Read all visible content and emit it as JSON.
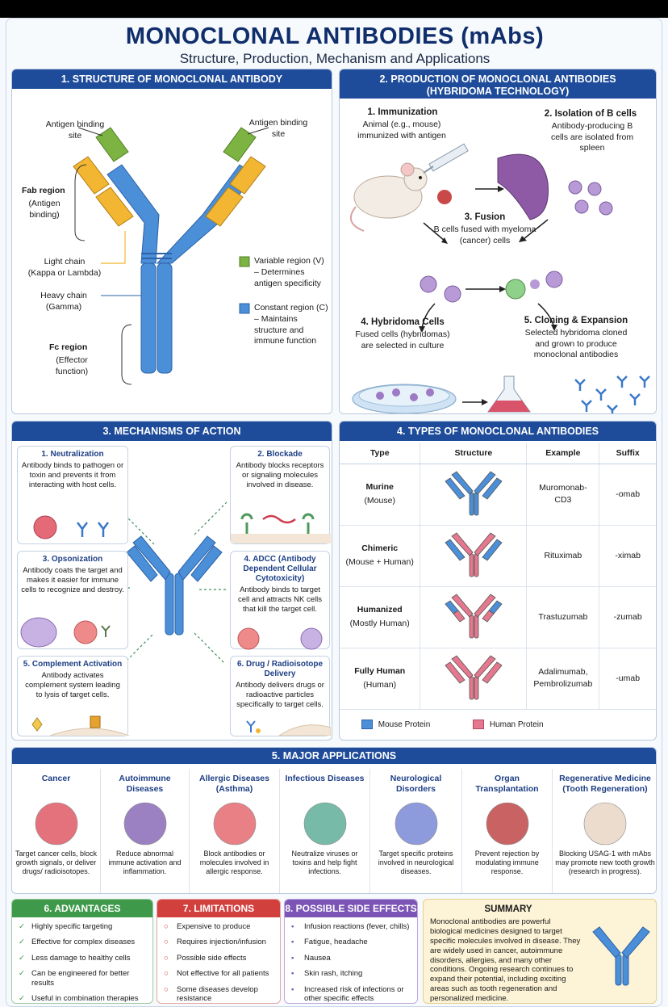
{
  "header": {
    "title": "MONOCLONAL ANTIBODIES (mAbs)",
    "subtitle": "Structure, Production, Mechanism and Applications"
  },
  "structure": {
    "heading": "1. STRUCTURE OF MONOCLONAL ANTIBODY",
    "antigen_left": "Antigen binding site",
    "antigen_right": "Antigen binding site",
    "fab_title": "Fab region",
    "fab_sub": "(Antigen binding)",
    "light_chain": "Light chain",
    "light_chain_sub": "(Kappa or Lambda)",
    "heavy_chain": "Heavy chain",
    "heavy_chain_sub": "(Gamma)",
    "fc_title": "Fc region",
    "fc_sub": "(Effector function)",
    "variable_title": "Variable region (V)",
    "variable_desc": "– Determines antigen specificity",
    "constant_title": "Constant region (C)",
    "constant_desc": "– Maintains structure and immune function",
    "colors": {
      "variable": "#7cb342",
      "constant": "#4a8fd8",
      "light": "#f2b632"
    }
  },
  "production": {
    "heading": "2. PRODUCTION OF MONOCLONAL ANTIBODIES (HYBRIDOMA TECHNOLOGY)",
    "steps": [
      {
        "title": "1. Immunization",
        "desc": "Animal (e.g., mouse) immunized with antigen"
      },
      {
        "title": "2. Isolation of B cells",
        "desc": "Antibody-producing B cells are isolated from spleen"
      },
      {
        "title": "3. Fusion",
        "desc": "B cells fused with myeloma (cancer) cells"
      },
      {
        "title": "4. Hybridoma Cells",
        "desc": "Fused cells (hybridomas) are selected in culture"
      },
      {
        "title": "5. Cloning & Expansion",
        "desc": "Selected hybridoma cloned and grown to produce monoclonal antibodies"
      }
    ]
  },
  "mechanisms": {
    "heading": "3. MECHANISMS OF ACTION",
    "items": [
      {
        "title": "1. Neutralization",
        "desc": "Antibody binds to pathogen or toxin and prevents it from interacting with host cells."
      },
      {
        "title": "2. Blockade",
        "desc": "Antibody blocks receptors or signaling molecules involved in disease."
      },
      {
        "title": "3. Opsonization",
        "desc": "Antibody coats the target and makes it easier for immune cells to recognize and destroy."
      },
      {
        "title": "4. ADCC (Antibody Dependent Cellular Cytotoxicity)",
        "desc": "Antibody binds to target cell and attracts NK cells that kill the target cell."
      },
      {
        "title": "5. Complement Activation",
        "desc": "Antibody activates complement system leading to lysis of target cells."
      },
      {
        "title": "6. Drug / Radioisotope Delivery",
        "desc": "Antibody delivers drugs or radioactive particles specifically to target cells."
      }
    ]
  },
  "types": {
    "heading": "4. TYPES OF MONOCLONAL ANTIBODIES",
    "columns": [
      "Type",
      "Structure",
      "Example",
      "Suffix"
    ],
    "rows": [
      {
        "name": "Murine",
        "sub": "(Mouse)",
        "example": "Muromonab-CD3",
        "suffix": "-omab"
      },
      {
        "name": "Chimeric",
        "sub": "(Mouse + Human)",
        "example": "Rituximab",
        "suffix": "-ximab"
      },
      {
        "name": "Humanized",
        "sub": "(Mostly Human)",
        "example": "Trastuzumab",
        "suffix": "-zumab"
      },
      {
        "name": "Fully Human",
        "sub": "(Human)",
        "example": "Adalimumab, Pembrolizumab",
        "suffix": "-umab"
      }
    ],
    "legend_mouse": "Mouse Protein",
    "legend_human": "Human Protein",
    "colors": {
      "mouse": "#4a8fd8",
      "human": "#e5788e"
    }
  },
  "applications": {
    "heading": "5. MAJOR APPLICATIONS",
    "items": [
      {
        "title": "Cancer",
        "desc": "Target cancer cells, block growth signals, or deliver drugs/ radioisotopes."
      },
      {
        "title": "Autoimmune Diseases",
        "desc": "Reduce abnormal immune activation and inflammation."
      },
      {
        "title": "Allergic Diseases (Asthma)",
        "desc": "Block antibodies or molecules involved in allergic response."
      },
      {
        "title": "Infectious Diseases",
        "desc": "Neutralize viruses or toxins and help fight infections."
      },
      {
        "title": "Neurological Disorders",
        "desc": "Target specific proteins involved in neurological diseases."
      },
      {
        "title": "Organ Transplantation",
        "desc": "Prevent rejection by modulating immune response."
      },
      {
        "title": "Regenerative Medicine (Tooth Regeneration)",
        "desc": "Blocking USAG-1 with mAbs may promote new tooth growth (research in progress)."
      }
    ]
  },
  "advantages": {
    "heading": "6. ADVANTAGES",
    "color": "#3e9a4a",
    "items": [
      "Highly specific targeting",
      "Effective for complex diseases",
      "Less damage to healthy cells",
      "Can be engineered for better results",
      "Useful in combination therapies"
    ]
  },
  "limitations": {
    "heading": "7. LIMITATIONS",
    "color": "#d2403e",
    "items": [
      "Expensive to produce",
      "Requires injection/infusion",
      "Possible side effects",
      "Not effective for all patients",
      "Some diseases develop resistance"
    ]
  },
  "side_effects": {
    "heading": "8. POSSIBLE SIDE EFFECTS",
    "color": "#7b54b5",
    "items": [
      "Infusion reactions (fever, chills)",
      "Fatigue, headache",
      "Nausea",
      "Skin rash, itching",
      "Increased risk of infections or other specific effects depending on the antibody"
    ]
  },
  "summary": {
    "heading": "SUMMARY",
    "text": "Monoclonal antibodies are powerful biological medicines designed to target specific molecules involved in disease. They are widely used in cancer, autoimmune disorders, allergies, and many other conditions. Ongoing research continues to expand their potential, including exciting areas such as tooth regeneration and personalized medicine."
  }
}
